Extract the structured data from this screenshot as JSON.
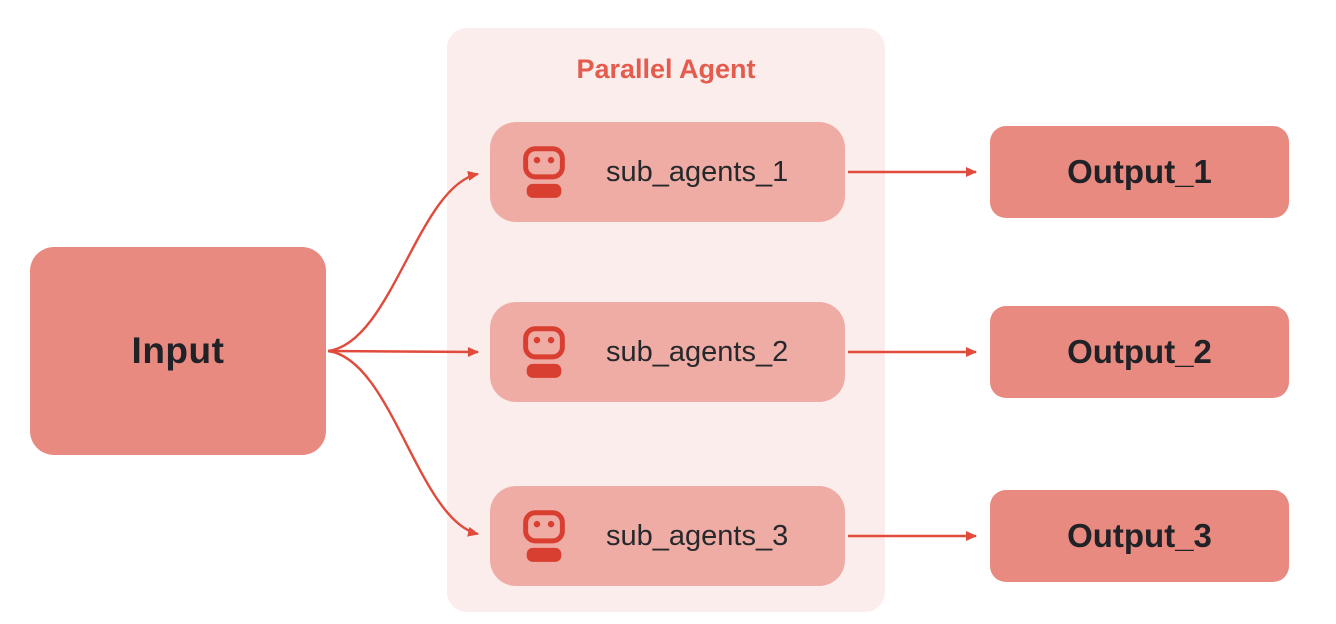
{
  "diagram": {
    "input": {
      "label": "Input"
    },
    "parallel_group": {
      "title": "Parallel Agent",
      "sub_agents": [
        {
          "label": "sub_agents_1",
          "icon": "robot-icon"
        },
        {
          "label": "sub_agents_2",
          "icon": "robot-icon"
        },
        {
          "label": "sub_agents_3",
          "icon": "robot-icon"
        }
      ]
    },
    "outputs": [
      {
        "label": "Output_1"
      },
      {
        "label": "Output_2"
      },
      {
        "label": "Output_3"
      }
    ],
    "edges": [
      {
        "from": "Input",
        "to": "sub_agents_1"
      },
      {
        "from": "Input",
        "to": "sub_agents_2"
      },
      {
        "from": "Input",
        "to": "sub_agents_3"
      },
      {
        "from": "sub_agents_1",
        "to": "Output_1"
      },
      {
        "from": "sub_agents_2",
        "to": "Output_2"
      },
      {
        "from": "sub_agents_3",
        "to": "Output_3"
      }
    ],
    "colors": {
      "node_fill": "#e98a81",
      "group_fill": "#fbedeb",
      "sub_agent_fill": "#efaca5",
      "arrow": "#e04b3c",
      "title_text": "#e45c4e",
      "robot_icon": "#d93f30",
      "label_text": "#202227"
    }
  }
}
